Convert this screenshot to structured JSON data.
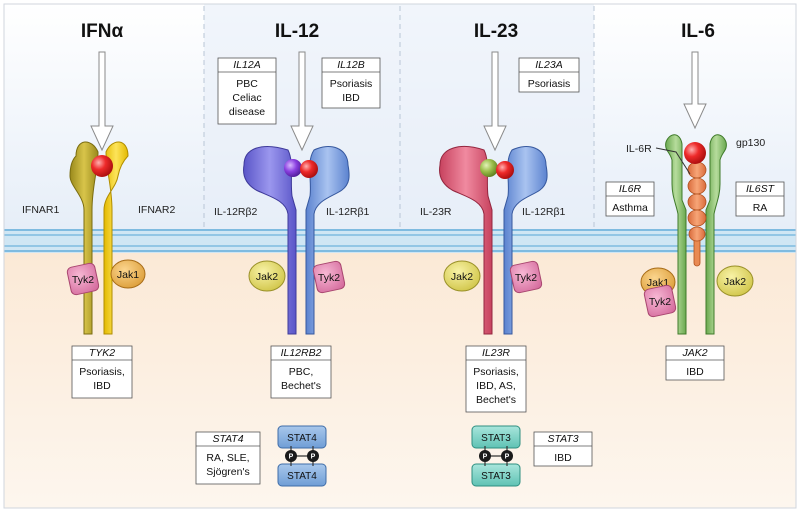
{
  "panels": [
    {
      "title": "IFNα"
    },
    {
      "title": "IL-12"
    },
    {
      "title": "IL-23"
    },
    {
      "title": "IL-6"
    }
  ],
  "receptors": {
    "ifnar1": "IFNAR1",
    "ifnar2": "IFNAR2",
    "il12rb2": "IL-12Rβ2",
    "il12rb1_a": "IL-12Rβ1",
    "il23r": "IL-23R",
    "il12rb1_b": "IL-12Rβ1",
    "il6r": "IL-6R",
    "gp130": "gp130"
  },
  "kinases": {
    "ifn_tyk2": "Tyk2",
    "ifn_jak1": "Jak1",
    "il12_jak2": "Jak2",
    "il12_tyk2": "Tyk2",
    "il23_jak2": "Jak2",
    "il23_tyk2": "Tyk2",
    "il6_jak1": "Jak1",
    "il6_tyk2": "Tyk2",
    "il6_jak2": "Jak2"
  },
  "gene_boxes": {
    "il12a": {
      "gene": "IL12A",
      "lines": [
        "PBC",
        "Celiac",
        "disease"
      ]
    },
    "il12b": {
      "gene": "IL12B",
      "lines": [
        "Psoriasis",
        "IBD"
      ]
    },
    "il23a": {
      "gene": "IL23A",
      "lines": [
        "Psoriasis"
      ]
    },
    "il6r": {
      "gene": "IL6R",
      "lines": [
        "Asthma"
      ]
    },
    "il6st": {
      "gene": "IL6ST",
      "lines": [
        "RA"
      ]
    },
    "tyk2": {
      "gene": "TYK2",
      "lines": [
        "Psoriasis,",
        "IBD"
      ]
    },
    "il12rb2": {
      "gene": "IL12RB2",
      "lines": [
        "PBC,",
        "Bechet's"
      ]
    },
    "il23r": {
      "gene": "IL23R",
      "lines": [
        "Psoriasis,",
        "IBD, AS,",
        "Bechet's"
      ]
    },
    "jak2": {
      "gene": "JAK2",
      "lines": [
        "IBD"
      ]
    },
    "stat4": {
      "gene": "STAT4",
      "lines": [
        "RA, SLE,",
        "Sjögren's"
      ]
    },
    "stat3": {
      "gene": "STAT3",
      "lines": [
        "IBD"
      ]
    }
  },
  "stat_dimers": {
    "stat4": {
      "top": "STAT4",
      "bottom": "STAT4",
      "p": "P"
    },
    "stat3": {
      "top": "STAT3",
      "bottom": "STAT3",
      "p": "P"
    }
  }
}
